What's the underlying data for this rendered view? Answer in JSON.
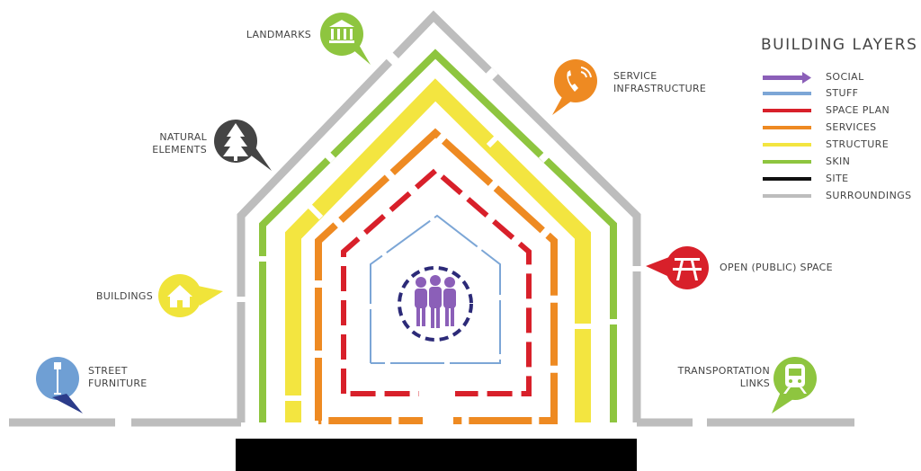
{
  "legend": {
    "title": "BUILDING LAYERS",
    "items": [
      {
        "label": "SOCIAL",
        "color": "#8b5fb8",
        "style": "arrow"
      },
      {
        "label": "STUFF",
        "color": "#7ca6d6",
        "style": "line"
      },
      {
        "label": "SPACE PLAN",
        "color": "#d8202a",
        "style": "line"
      },
      {
        "label": "SERVICES",
        "color": "#ee8a22",
        "style": "line"
      },
      {
        "label": "STRUCTURE",
        "color": "#f3e540",
        "style": "line"
      },
      {
        "label": "SKIN",
        "color": "#8ec53f",
        "style": "line"
      },
      {
        "label": "SITE",
        "color": "#111111",
        "style": "line"
      },
      {
        "label": "SURROUNDINGS",
        "color": "#bdbdbd",
        "style": "line"
      }
    ]
  },
  "callouts": [
    {
      "id": "landmarks",
      "label": "LANDMARKS",
      "color": "#8ec53f",
      "icon": "landmark-icon"
    },
    {
      "id": "service-infrastructure",
      "label": "SERVICE\nINFRASTRUCTURE",
      "color": "#ee8a22",
      "icon": "phone-icon"
    },
    {
      "id": "natural-elements",
      "label": "NATURAL\nELEMENTS",
      "color": "#444444",
      "icon": "tree-icon"
    },
    {
      "id": "buildings",
      "label": "BUILDINGS",
      "color": "#f0e43a",
      "icon": "house-icon"
    },
    {
      "id": "open-public-space",
      "label": "OPEN (PUBLIC) SPACE",
      "color": "#d8202a",
      "icon": "picnic-table-icon"
    },
    {
      "id": "street-furniture",
      "label": "STREET\nFURNITURE",
      "color": "#6f9fd4",
      "icon": "street-lamp-icon"
    },
    {
      "id": "transportation-links",
      "label": "TRANSPORTATION\nLINKS",
      "color": "#8ec53f",
      "icon": "train-icon"
    }
  ],
  "center": {
    "icon": "people-group-icon",
    "color": "#8b5fb8",
    "ring_color": "#2c2a78"
  }
}
